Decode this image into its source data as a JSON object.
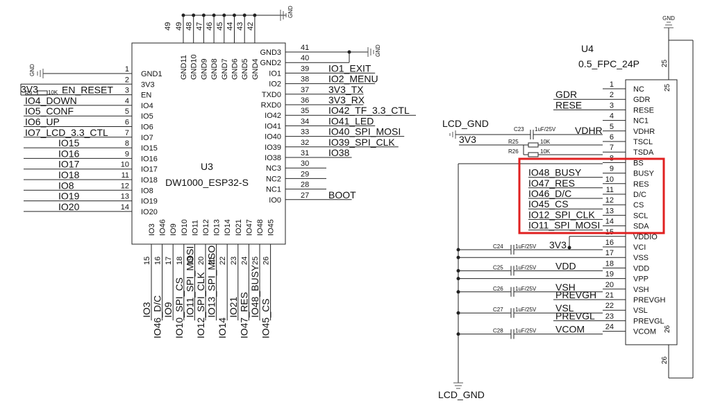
{
  "u3": {
    "ref": "U3",
    "part": "DW1000_ESP32-S",
    "left": [
      {
        "num": "1",
        "name": "GND1",
        "net": ""
      },
      {
        "num": "2",
        "name": "3V3",
        "net": "3V3"
      },
      {
        "num": "3",
        "name": "EN",
        "net": "EN_RESET"
      },
      {
        "num": "4",
        "name": "IO4",
        "net": "IO4_DOWN"
      },
      {
        "num": "5",
        "name": "IO5",
        "net": "IO5_CONF"
      },
      {
        "num": "6",
        "name": "IO6",
        "net": "IO6_UP"
      },
      {
        "num": "7",
        "name": "IO7",
        "net": "IO7_LCD_3.3_CTL"
      },
      {
        "num": "8",
        "name": "IO15",
        "net": "IO15"
      },
      {
        "num": "9",
        "name": "IO16",
        "net": "IO16"
      },
      {
        "num": "10",
        "name": "IO17",
        "net": "IO17"
      },
      {
        "num": "11",
        "name": "IO18",
        "net": "IO18"
      },
      {
        "num": "12",
        "name": "IO8",
        "net": "IO8"
      },
      {
        "num": "13",
        "name": "IO19",
        "net": "IO19"
      },
      {
        "num": "14",
        "name": "IO20",
        "net": "IO20"
      }
    ],
    "right": [
      {
        "num": "41",
        "name": "GND3",
        "net": ""
      },
      {
        "num": "40",
        "name": "GND2",
        "net": ""
      },
      {
        "num": "39",
        "name": "IO1",
        "net": "IO1_EXIT"
      },
      {
        "num": "38",
        "name": "IO2",
        "net": "IO2_MENU"
      },
      {
        "num": "37",
        "name": "TXD0",
        "net": "3V3_TX"
      },
      {
        "num": "36",
        "name": "RXD0",
        "net": "3V3_RX"
      },
      {
        "num": "35",
        "name": "IO42",
        "net": "IO42_TF_3.3_CTL"
      },
      {
        "num": "34",
        "name": "IO41",
        "net": "IO41_LED"
      },
      {
        "num": "33",
        "name": "IO40",
        "net": "IO40_SPI_MOSI"
      },
      {
        "num": "32",
        "name": "IO39",
        "net": "IO39_SPI_CLK"
      },
      {
        "num": "31",
        "name": "IO38",
        "net": "IO38"
      },
      {
        "num": "30",
        "name": "NC3",
        "net": ""
      },
      {
        "num": "29",
        "name": "NC2",
        "net": ""
      },
      {
        "num": "28",
        "name": "NC1",
        "net": ""
      },
      {
        "num": "27",
        "name": "IO0",
        "net": "BOOT"
      }
    ],
    "top": [
      {
        "num": "49",
        "name": "GND11"
      },
      {
        "num": "48",
        "name": "GND10"
      },
      {
        "num": "47",
        "name": "GND9"
      },
      {
        "num": "46",
        "name": "GND8"
      },
      {
        "num": "45",
        "name": "GND7"
      },
      {
        "num": "44",
        "name": "GND6"
      },
      {
        "num": "43",
        "name": "GND5"
      },
      {
        "num": "42",
        "name": "GND4"
      }
    ],
    "bottom": [
      {
        "num": "15",
        "name": "IO3",
        "net": "IO3"
      },
      {
        "num": "16",
        "name": "IO46",
        "net": "IO46_D/C"
      },
      {
        "num": "17",
        "name": "IO9",
        "net": "IO9"
      },
      {
        "num": "18",
        "name": "IO10",
        "net": "IO10_SPI_CS"
      },
      {
        "num": "19",
        "name": "IO11",
        "net": "IO11_SPI_MOSI"
      },
      {
        "num": "20",
        "name": "IO12",
        "net": "IO12_SPI_CLK"
      },
      {
        "num": "21",
        "name": "IO13",
        "net": "IO13_SPI_MISO"
      },
      {
        "num": "22",
        "name": "IO14",
        "net": "IO14"
      },
      {
        "num": "23",
        "name": "IO21",
        "net": "IO21"
      },
      {
        "num": "24",
        "name": "IO47",
        "net": "IO47_RES"
      },
      {
        "num": "25",
        "name": "IO48",
        "net": "IO48_BUSY"
      },
      {
        "num": "26",
        "name": "IO45",
        "net": "IO45_CS"
      }
    ],
    "r9": {
      "ref": "R9",
      "value": "10K"
    }
  },
  "u4": {
    "ref": "U4",
    "part": "0.5_FPC_24P",
    "pins": [
      {
        "num": "1",
        "name": "NC",
        "net": ""
      },
      {
        "num": "2",
        "name": "GDR",
        "net": "GDR"
      },
      {
        "num": "3",
        "name": "RESE",
        "net": "RESE"
      },
      {
        "num": "4",
        "name": "NC1",
        "net": ""
      },
      {
        "num": "5",
        "name": "VDHR",
        "net": "VDHR"
      },
      {
        "num": "6",
        "name": "TSCL",
        "net": ""
      },
      {
        "num": "7",
        "name": "TSDA",
        "net": ""
      },
      {
        "num": "8",
        "name": "BS",
        "net": ""
      },
      {
        "num": "9",
        "name": "BUSY",
        "net": "IO48_BUSY"
      },
      {
        "num": "10",
        "name": "RES",
        "net": "IO47_RES"
      },
      {
        "num": "11",
        "name": "D/C",
        "net": "IO46_D/C"
      },
      {
        "num": "12",
        "name": "CS",
        "net": "IO45_CS"
      },
      {
        "num": "13",
        "name": "SCL",
        "net": "IO12_SPI_CLK"
      },
      {
        "num": "14",
        "name": "SDA",
        "net": "IO11_SPI_MOSI"
      },
      {
        "num": "15",
        "name": "VDDIO",
        "net": ""
      },
      {
        "num": "16",
        "name": "VCI",
        "net": "3V3"
      },
      {
        "num": "17",
        "name": "VSS",
        "net": ""
      },
      {
        "num": "18",
        "name": "VDD",
        "net": "VDD"
      },
      {
        "num": "19",
        "name": "VPP",
        "net": ""
      },
      {
        "num": "20",
        "name": "VSH",
        "net": "VSH"
      },
      {
        "num": "21",
        "name": "PREVGH",
        "net": "PREVGH"
      },
      {
        "num": "22",
        "name": "VSL",
        "net": "VSL"
      },
      {
        "num": "23",
        "name": "PREVGL",
        "net": "PREVGL"
      },
      {
        "num": "24",
        "name": "VCOM",
        "net": "VCOM"
      }
    ],
    "pin25": "25",
    "pin26": "26",
    "caps": [
      {
        "ref": "C23",
        "value": "1uF/25V"
      },
      {
        "ref": "C24",
        "value": "1uF/25V"
      },
      {
        "ref": "C25",
        "value": "1uF/25V"
      },
      {
        "ref": "C26",
        "value": "1uF/25V"
      },
      {
        "ref": "C27",
        "value": "1uF/25V"
      },
      {
        "ref": "C28",
        "value": "1uF/25V"
      }
    ],
    "r25": {
      "ref": "R25",
      "value": "10K"
    },
    "r26": {
      "ref": "R26",
      "value": "10K"
    },
    "lcd_gnd_top": "LCD_GND",
    "lcd_gnd_bottom": "LCD_GND",
    "v3v3": "3V3"
  },
  "gnd_label": "GND",
  "highlight_color": "#e02020"
}
